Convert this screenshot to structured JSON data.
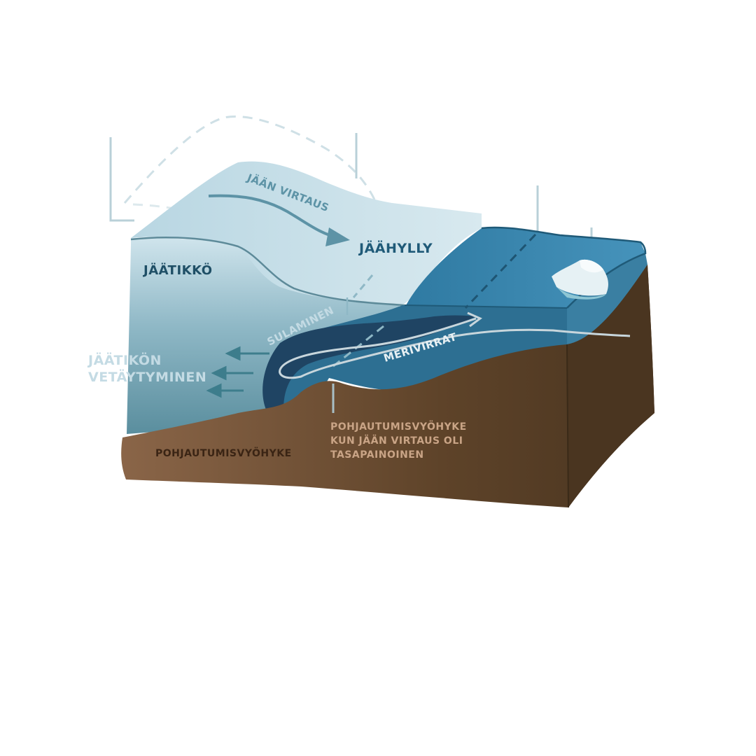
{
  "labels": {
    "ice_flow": "JÄÄN VIRTAUS",
    "ice_shelf": "JÄÄHYLLY",
    "glacier": "JÄÄTIKKÖ",
    "melting": "SULAMINEN",
    "ocean_currents": "MERIVIRRAT",
    "retreat_line1": "JÄÄTIKÖN",
    "retreat_line2": "VETÄYTYMINEN",
    "grounding_line": "POHJAUTUMISVYÖHYKE",
    "former_grounding_line1": "POHJAUTUMISVYÖHYKE",
    "former_grounding_line2": "KUN JÄÄN VIRTAUS OLI",
    "former_grounding_line3": "TASAPAINOINEN"
  },
  "colors": {
    "glacier_light": "#cfe4ec",
    "glacier_mid": "#8fb8c6",
    "glacier_dark": "#5f93a3",
    "ocean_top": "#3f8bb0",
    "ocean_front": "#2f6f90",
    "cavity": "#1f4463",
    "bedrock_light": "#8a6548",
    "bedrock_dark": "#4a3520",
    "label_dark": "#1f4f66",
    "label_light": "#c4dbe4",
    "label_tan": "#c9a486",
    "label_brown": "#3a2414",
    "arrow": "#3d7d8c"
  }
}
